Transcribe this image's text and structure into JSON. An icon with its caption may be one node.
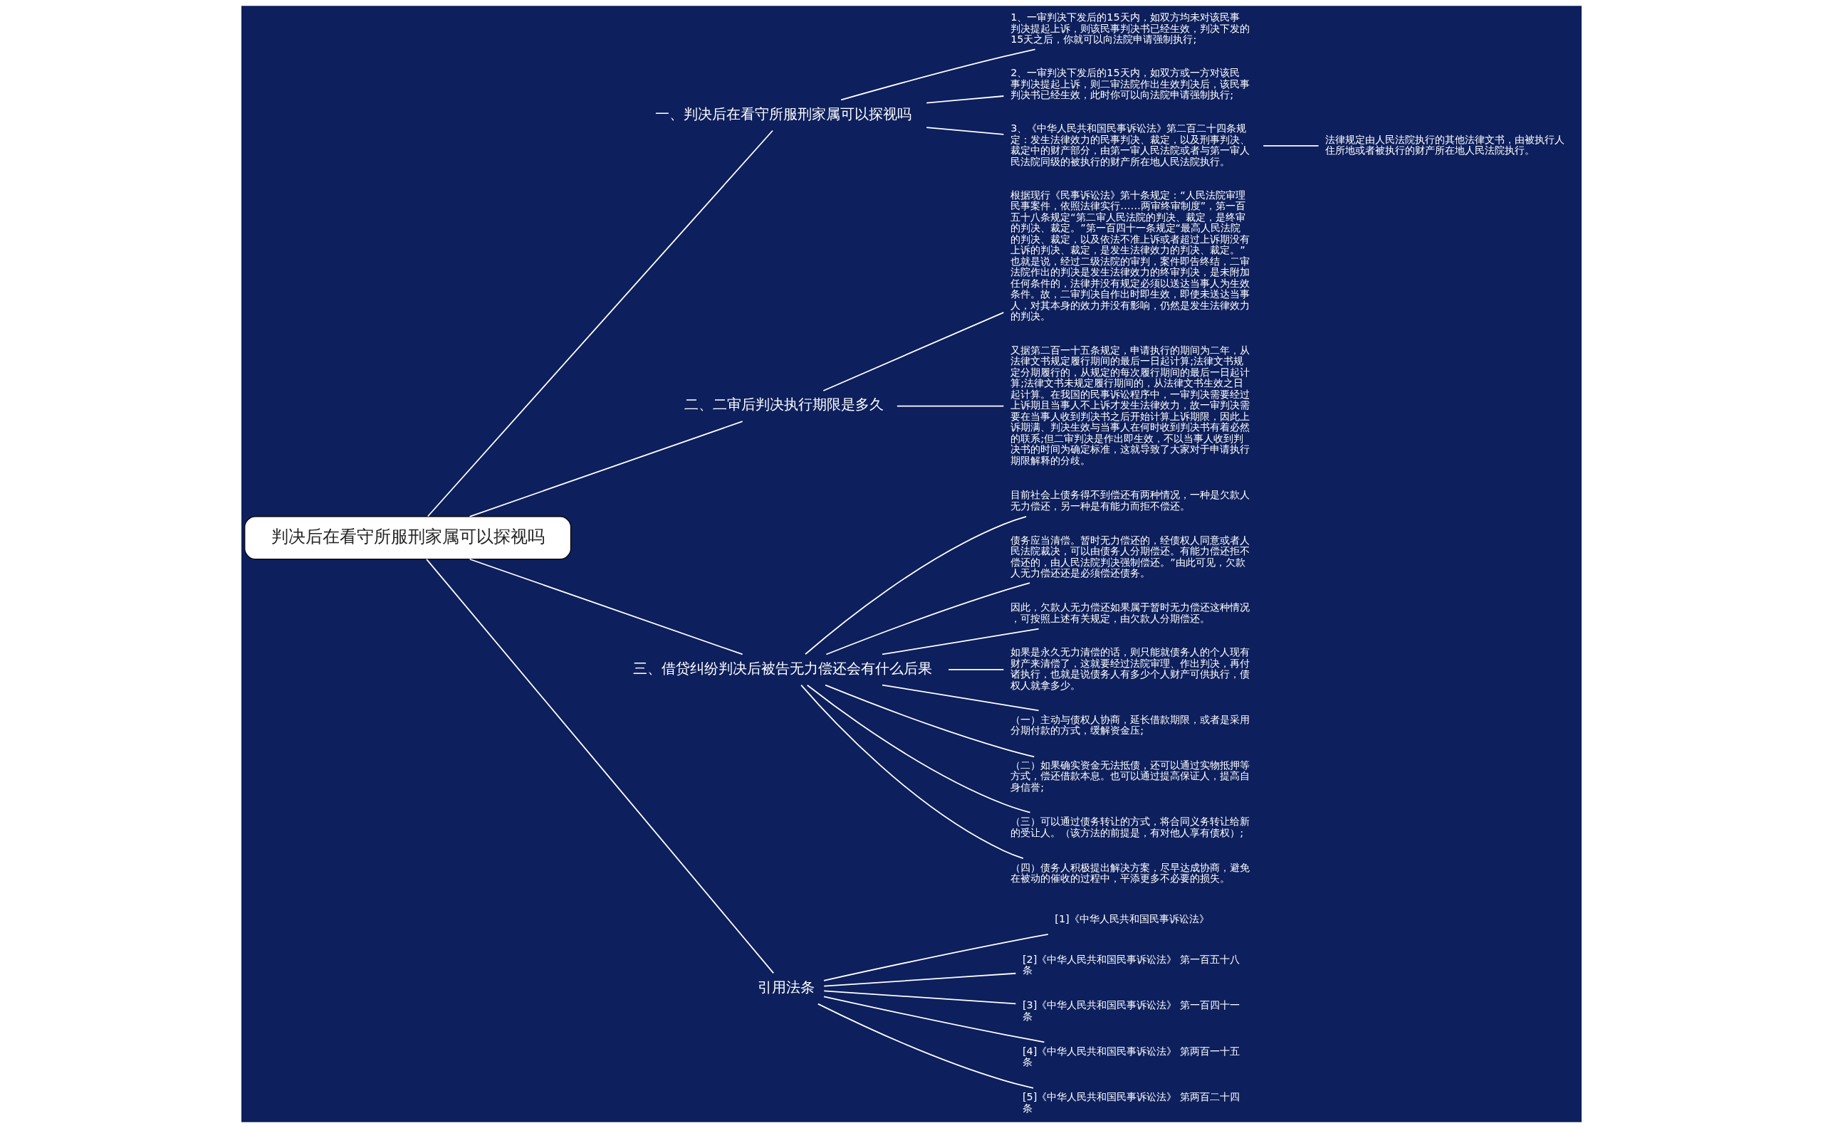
{
  "diagram": {
    "nodes": [
      {
        "text": [
          "判决后在看守所服刑家属可以探视吗"
        ]
      },
      {
        "text": [
          "一、判决后在看守所服刑家属可以探视吗"
        ]
      },
      {
        "text": [
          "1、一审判决下发后的15天内，如双方均未对该民事判决提起上诉，则该民事判决书已经生效，判决下发的15天之后，你就可以向法院申请强制执行;"
        ]
      },
      {
        "text": [
          "2、一审判决下发后的15天内，如双方或一方对该民事判决提起上诉，则二审法院作出生效判决后，该民事判决书已经生效，此时你可以向法院申请强制执行;"
        ]
      },
      {
        "text": [
          "3、《中华人民共和国民事诉讼法》第二百二十四条规定：发生法律效力的民事判决、裁定，以及刑事判决、裁定中的财产部分，由第一审人民法院或者与第一审人民法院同级的被执行的财产所在地人民法院执行。"
        ]
      },
      {
        "text": [
          "法律规定由人民法院执行的其他法律文书，由被执行人住所地或者被执行的财产所在地人民法院执行。"
        ]
      },
      {
        "text": [
          "二、二审后判决执行期限是多久"
        ]
      },
      {
        "text": [
          "根据现行《民事诉讼法》第十条规定：“人民法院审理民事案件，依照法律实行……两审终审制度”，第一百五十八条规定“第二审人民法院的判决、裁定，是终审的判决、裁定。”第一百四十一条规定“最高人民法院的判决、裁定，以及依法不准上诉或者超过上诉期没有上诉的判决、裁定，是发生法律效力的判决、裁定。”也就是说，经过二级法院的审判，案件即告终结，二审法院作出的判决是发生法律效力的终审判决，是未附加任何条件的，法律并没有规定必须以送达当事人为生效条件。故，二审判决自作出时即生效，即使未送达当事人，对其本身的效力并没有影响，仍然是发生法律效力的判决。"
        ]
      },
      {
        "text": [
          "又据第二百一十五条规定，申请执行的期间为二年，从法律文书规定履行期间的最后一日起计算;法律文书规定分期履行的，从规定的每次履行期间的最后一日起计算;法律文书未规定履行期间的，从法律文书生效之日起计算。在我国的民事诉讼程序中，一审判决需要经过上诉期且当事人不上诉才发生法律效力，故一审判决需要在当事人收到判决书之后开始计算上诉期限，因此上诉期满、判决生效与当事人在何时收到判决书有着必然的联系;但二审判决是作出即生效，不以当事人收到判决书的时间为确定标准，这就导致了大家对于申请执行期限解释的分歧。"
        ]
      },
      {
        "text": [
          "三、借贷纠纷判决后被告无力偿还会有什么后果"
        ]
      },
      {
        "text": [
          "目前社会上债务得不到偿还有两种情况，一种是欠款人无力偿还，另一种是有能力而拒不偿还。"
        ]
      },
      {
        "text": [
          "债务应当清偿。暂时无力偿还的，经债权人同意或者人民法院裁决，可以由债务人分期偿还。有能力偿还拒不偿还的，由人民法院判决强制偿还。”由此可见，欠款人无力偿还还是必须偿还债务。"
        ]
      },
      {
        "text": [
          "因此，欠款人无力偿还如果属于暂时无力偿还这种情况，可按照上述有关规定，由欠款人分期偿还。"
        ]
      },
      {
        "text": [
          "如果是永久无力清偿的话，则只能就债务人的个人现有财产来清偿了，这就要经过法院审理、作出判决，再付诸执行，也就是说债务人有多少个人财产可供执行，债权人就拿多少。"
        ]
      },
      {
        "text": [
          "（一）主动与债权人协商，延长借款期限，或者是采用分期付款的方式，缓解资金压;"
        ]
      },
      {
        "text": [
          "（二）如果确实资金无法抵债，还可以通过实物抵押等方式，偿还借款本息。也可以通过提高保证人，提高自身信誉;"
        ]
      },
      {
        "text": [
          "（三）可以通过债务转让的方式，将合同义务转让给新的受让人。（该方法的前提是，有对他人享有债权）;"
        ]
      },
      {
        "text": [
          "（四）债务人积极提出解决方案，尽早达成协商，避免在被动的催收的过程中，平添更多不必要的损失。"
        ]
      },
      {
        "text": [
          "引用法条"
        ]
      },
      {
        "text": [
          "[1]《中华人民共和国民事诉讼法》"
        ]
      },
      {
        "text": [
          "[2]《中华人民共和国民事诉讼法》 第一百五十八条"
        ]
      },
      {
        "text": [
          "[3]《中华人民共和国民事诉讼法》 第一百四十一条"
        ]
      },
      {
        "text": [
          "[4]《中华人民共和国民事诉讼法》 第两百一十五条"
        ]
      },
      {
        "text": [
          "[5]《中华人民共和国民事诉讼法》 第两百二十四条"
        ]
      }
    ],
    "edges": [
      {
        "from": 0,
        "to": 1,
        "arrow": "none"
      },
      {
        "from": 1,
        "to": 2,
        "arrow": "none"
      },
      {
        "from": 1,
        "to": 3,
        "arrow": "none"
      },
      {
        "from": 1,
        "to": 4,
        "arrow": "none"
      },
      {
        "from": 4,
        "to": 5,
        "arrow": "none"
      },
      {
        "from": 0,
        "to": 6,
        "arrow": "none"
      },
      {
        "from": 6,
        "to": 7,
        "arrow": "none"
      },
      {
        "from": 6,
        "to": 8,
        "arrow": "none"
      },
      {
        "from": 0,
        "to": 9,
        "arrow": "none"
      },
      {
        "from": 9,
        "to": 10,
        "arrow": "none"
      },
      {
        "from": 9,
        "to": 11,
        "arrow": "none"
      },
      {
        "from": 9,
        "to": 12,
        "arrow": "none"
      },
      {
        "from": 9,
        "to": 13,
        "arrow": "none"
      },
      {
        "from": 9,
        "to": 14,
        "arrow": "none"
      },
      {
        "from": 9,
        "to": 15,
        "arrow": "none"
      },
      {
        "from": 9,
        "to": 16,
        "arrow": "none"
      },
      {
        "from": 9,
        "to": 17,
        "arrow": "none"
      },
      {
        "from": 0,
        "to": 18,
        "arrow": "none"
      },
      {
        "from": 18,
        "to": 19,
        "arrow": "none"
      },
      {
        "from": 18,
        "to": 20,
        "arrow": "none"
      },
      {
        "from": 18,
        "to": 21,
        "arrow": "none"
      },
      {
        "from": 18,
        "to": 22,
        "arrow": "none"
      },
      {
        "from": 18,
        "to": 23,
        "arrow": "none"
      }
    ]
  }
}
